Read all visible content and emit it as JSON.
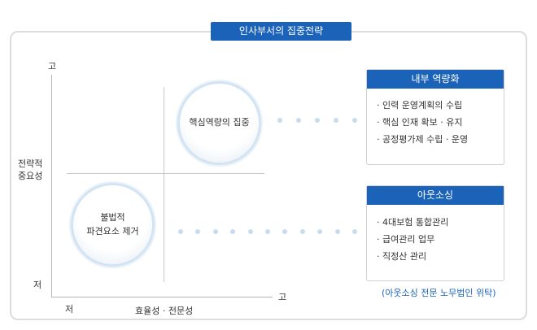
{
  "title": "인사부서의 집중전략",
  "axes": {
    "y_high": "고",
    "y_low": "저",
    "y_label_line1": "전략적",
    "y_label_line2": "중요성",
    "x_low": "저",
    "x_high": "고",
    "x_label": "효율성 · 전문성"
  },
  "circles": {
    "top_right": "핵심역량의 집중",
    "bottom_left_line1": "불법적",
    "bottom_left_line2": "파견요소 제거"
  },
  "panels": [
    {
      "header": "내부 역량화",
      "items": [
        "· 인력 운영계획의 수립",
        "· 핵심 인재 확보 · 유지",
        "· 공정평가제 수립 · 운영"
      ]
    },
    {
      "header": "아웃소싱",
      "items": [
        "· 4대보험 통합관리",
        "· 급여관리 업무",
        "· 직정산 관리"
      ]
    }
  ],
  "note": "(아웃소싱 전문 노무법인 위탁)",
  "colors": {
    "accent": "#1a63b8",
    "dot": "#c9dcee",
    "border": "#dcdcdc"
  }
}
